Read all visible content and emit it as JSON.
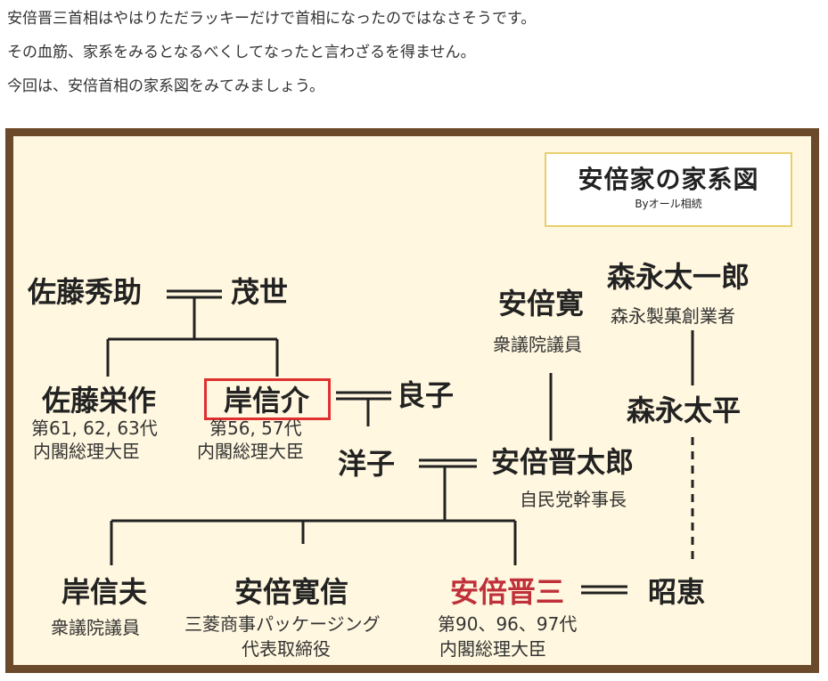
{
  "intro": [
    "安倍晋三首相はやはりただラッキーだけで首相になったのではなさそうです。",
    "その血筋、家系をみるとなるべくしてなったと言わざるを得ません。",
    "今回は、安倍首相の家系図をみてみましょう。"
  ],
  "diagram": {
    "title": "安倍家の家系図",
    "credit": "Byオール相続",
    "people": {
      "sato_hidesuke": {
        "name": "佐藤秀助"
      },
      "moyo": {
        "name": "茂世"
      },
      "abe_kan": {
        "name": "安倍寛",
        "role": "衆議院議員"
      },
      "morinaga_taichiro": {
        "name": "森永太一郎",
        "role": "森永製菓創業者"
      },
      "sato_eisaku": {
        "name": "佐藤栄作",
        "role1": "第61, 62, 63代",
        "role2": "内閣総理大臣"
      },
      "kishi_nobusuke": {
        "name": "岸信介",
        "role1": "第56, 57代",
        "role2": "内閣総理大臣"
      },
      "yoshiko": {
        "name": "良子"
      },
      "morinaga_taihei": {
        "name": "森永太平"
      },
      "yoko": {
        "name": "洋子"
      },
      "abe_shintaro": {
        "name": "安倍晋太郎",
        "role": "自民党幹事長"
      },
      "kishi_nobuo": {
        "name": "岸信夫",
        "role": "衆議院議員"
      },
      "abe_hironobu": {
        "name": "安倍寛信",
        "role1": "三菱商事パッケージング",
        "role2": "代表取締役"
      },
      "abe_shinzo": {
        "name": "安倍晋三",
        "role1": "第90、96、97代",
        "role2": "内閣総理大臣"
      },
      "akie": {
        "name": "昭恵"
      }
    },
    "colors": {
      "frame": "#6b4a2b",
      "background": "#fff7df",
      "title_border": "#e8cf6e",
      "highlight": "#e03030",
      "highlight_name": "#c0303a"
    }
  }
}
